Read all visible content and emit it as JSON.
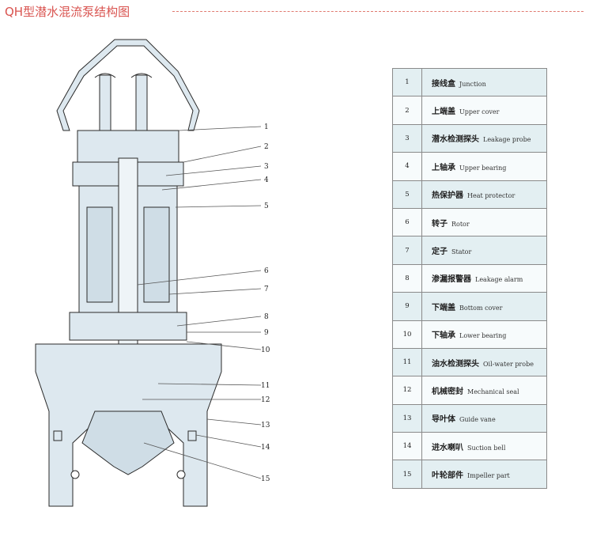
{
  "title": "QH型潜水混流泵结构图",
  "callouts": [
    "1",
    "2",
    "3",
    "4",
    "5",
    "6",
    "7",
    "8",
    "9",
    "10",
    "11",
    "12",
    "13",
    "14",
    "15"
  ],
  "parts": [
    {
      "num": "1",
      "zh": "接线盒",
      "en": "Junction"
    },
    {
      "num": "2",
      "zh": "上端盖",
      "en": "Upper cover"
    },
    {
      "num": "3",
      "zh": "潜水检测探头",
      "en": "Leakage probe"
    },
    {
      "num": "4",
      "zh": "上轴承",
      "en": "Upper bearing"
    },
    {
      "num": "5",
      "zh": "热保护器",
      "en": "Heat protector"
    },
    {
      "num": "6",
      "zh": "转子",
      "en": "Rotor"
    },
    {
      "num": "7",
      "zh": "定子",
      "en": "Stator"
    },
    {
      "num": "8",
      "zh": "渗漏报警器",
      "en": "Leakage alarm"
    },
    {
      "num": "9",
      "zh": "下端盖",
      "en": "Bottom cover"
    },
    {
      "num": "10",
      "zh": "下轴承",
      "en": "Lower bearing"
    },
    {
      "num": "11",
      "zh": "油水检测探头",
      "en": "Oil-water probe"
    },
    {
      "num": "12",
      "zh": "机械密封",
      "en": "Mechanical seal"
    },
    {
      "num": "13",
      "zh": "导叶体",
      "en": "Guide vane"
    },
    {
      "num": "14",
      "zh": "进水喇叭",
      "en": "Suction bell"
    },
    {
      "num": "15",
      "zh": "叶轮部件",
      "en": "Impeller part"
    }
  ],
  "colors": {
    "title": "#d9534f",
    "body_fill": "#dde8ef",
    "line": "#2a2a2a",
    "row_alt": "#e3eff2"
  }
}
